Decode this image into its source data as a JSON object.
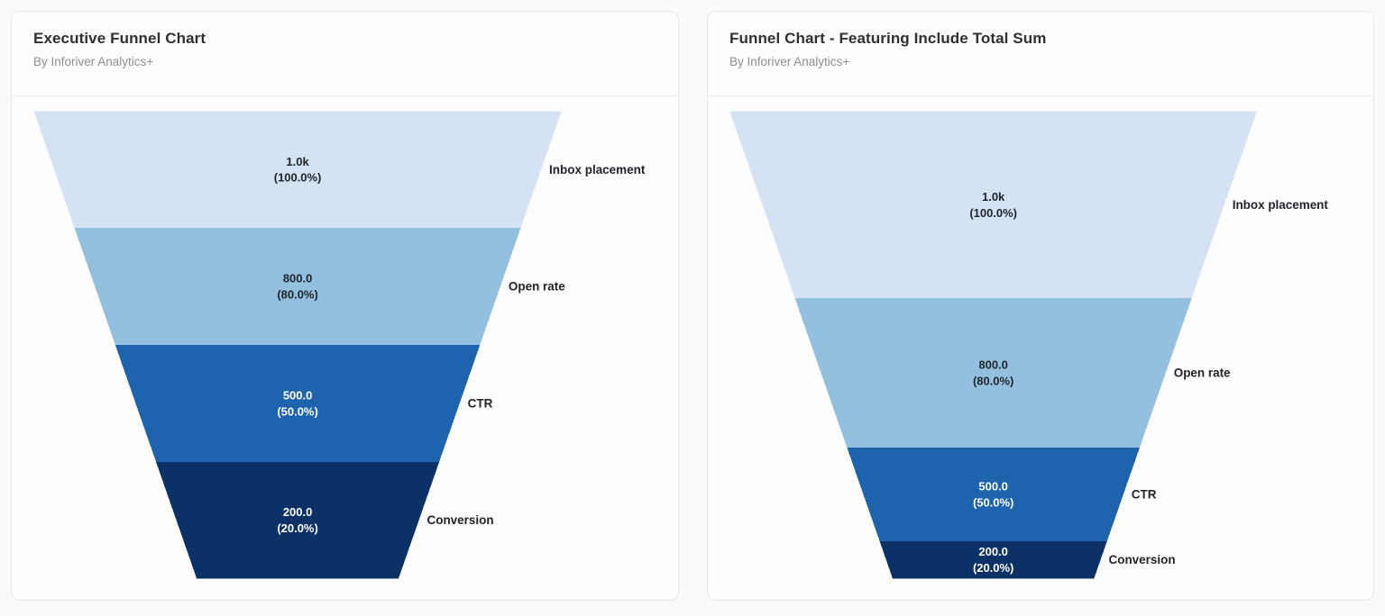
{
  "cards": [
    {
      "title": "Executive Funnel Chart",
      "subtitle": "By Inforiver Analytics+"
    },
    {
      "title": "Funnel Chart - Featuring Include Total Sum",
      "subtitle": "By Inforiver Analytics+"
    }
  ],
  "chart_data": [
    {
      "type": "funnel",
      "title": "Executive Funnel Chart",
      "subtitle": "By Inforiver Analytics+",
      "mode": "equal-height",
      "orientation": "top-wide",
      "legend_position": "right-of-segments",
      "stages": [
        {
          "label": "Inbox placement",
          "value": 1000,
          "value_label": "1.0k",
          "pct": 100.0,
          "pct_label": "(100.0%)",
          "color": "#d3e3f3",
          "text_color": "#1f2329"
        },
        {
          "label": "Open rate",
          "value": 800,
          "value_label": "800.0",
          "pct": 80.0,
          "pct_label": "(80.0%)",
          "color": "#92c0de",
          "text_color": "#1f2329"
        },
        {
          "label": "CTR",
          "value": 500,
          "value_label": "500.0",
          "pct": 50.0,
          "pct_label": "(50.0%)",
          "color": "#1d63ae",
          "text_color": "#ffffff"
        },
        {
          "label": "Conversion",
          "value": 200,
          "value_label": "200.0",
          "pct": 20.0,
          "pct_label": "(20.0%)",
          "color": "#0b3166",
          "text_color": "#ffffff"
        }
      ]
    },
    {
      "type": "funnel",
      "title": "Funnel Chart - Featuring Include Total Sum",
      "subtitle": "By Inforiver Analytics+",
      "mode": "proportional-height",
      "orientation": "top-wide",
      "legend_position": "right-of-segments",
      "stages": [
        {
          "label": "Inbox placement",
          "value": 1000,
          "value_label": "1.0k",
          "pct": 100.0,
          "pct_label": "(100.0%)",
          "color": "#d3e3f3",
          "text_color": "#1f2329"
        },
        {
          "label": "Open rate",
          "value": 800,
          "value_label": "800.0",
          "pct": 80.0,
          "pct_label": "(80.0%)",
          "color": "#92c0de",
          "text_color": "#1f2329"
        },
        {
          "label": "CTR",
          "value": 500,
          "value_label": "500.0",
          "pct": 50.0,
          "pct_label": "(50.0%)",
          "color": "#1d63ae",
          "text_color": "#ffffff"
        },
        {
          "label": "Conversion",
          "value": 200,
          "value_label": "200.0",
          "pct": 20.0,
          "pct_label": "(20.0%)",
          "color": "#0b3166",
          "text_color": "#ffffff"
        }
      ]
    }
  ]
}
